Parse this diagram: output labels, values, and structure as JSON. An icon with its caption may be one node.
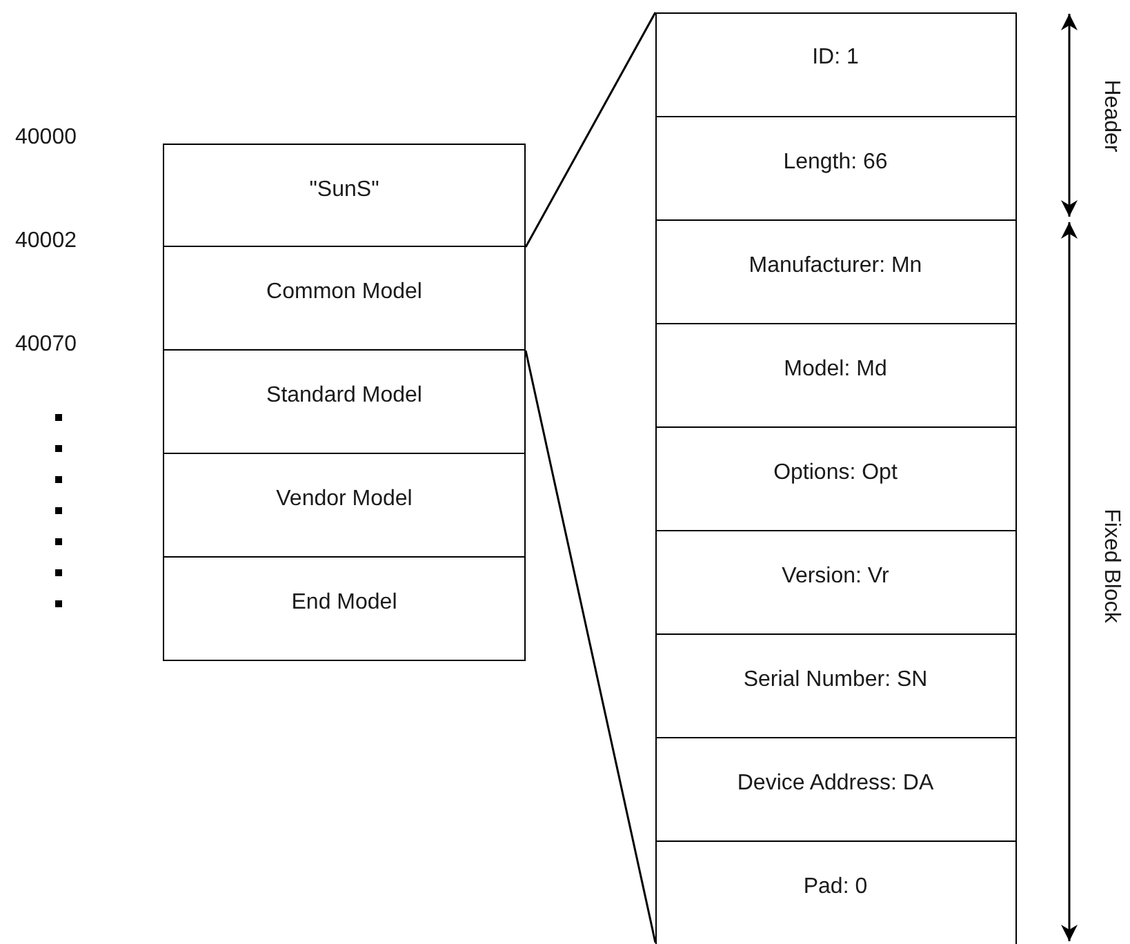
{
  "diagram": {
    "nodes": [
      {
        "text": [
          "\"SunS\""
        ]
      },
      {
        "text": [
          "Common Model"
        ]
      },
      {
        "text": [
          "Standard Model"
        ]
      },
      {
        "text": [
          "Vendor Model"
        ]
      },
      {
        "text": [
          "End Model"
        ]
      },
      {
        "text": [],
        "shape": "box"
      },
      {
        "text": [
          "ID: 1"
        ],
        "in": 5
      },
      {
        "text": [
          "Length: 66"
        ],
        "in": 5
      },
      {
        "text": [
          "Manufacturer: Mn"
        ],
        "in": 5
      },
      {
        "text": [
          "Model: Md"
        ],
        "in": 5
      },
      {
        "text": [
          "Options: Opt"
        ],
        "in": 5
      },
      {
        "text": [
          "Version: Vr"
        ],
        "in": 5
      },
      {
        "text": [
          "Serial Number: SN"
        ],
        "in": 5
      },
      {
        "text": [
          "Device Address: DA"
        ],
        "in": 5
      },
      {
        "text": [
          "Pad: 0"
        ],
        "in": 5
      }
    ],
    "edges": [
      {
        "from": 1,
        "to": 5,
        "arrow": "none"
      },
      {
        "from": 1,
        "to": 5,
        "arrow": "none"
      }
    ],
    "labels": [
      "40000",
      "40002",
      "40070",
      "Header",
      "Fixed Block"
    ]
  }
}
